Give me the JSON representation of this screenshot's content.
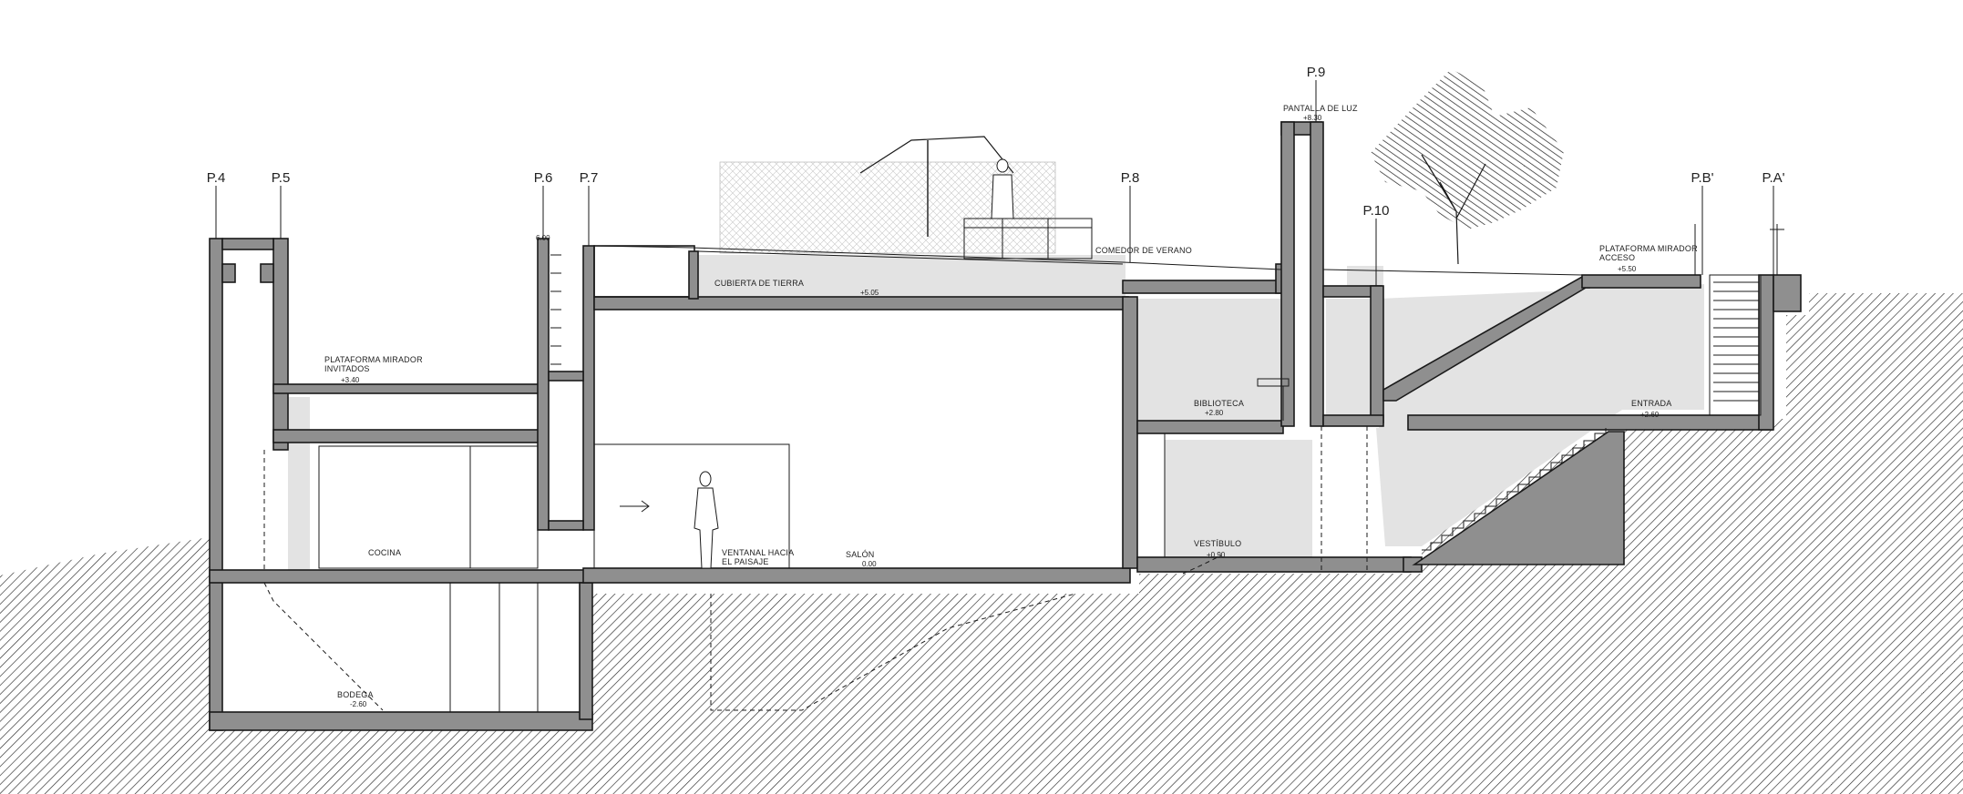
{
  "axes": [
    "P.4",
    "P.5",
    "P.6",
    "P.7",
    "P.8",
    "P.9",
    "P.10",
    "P.B'",
    "P.A'"
  ],
  "rooms": {
    "cubierta": "CUBIERTA DE TIERRA",
    "comedor": "COMEDOR DE VERANO",
    "pantalla": "PANTALLA DE LUZ",
    "plataforma_invitados_1": "PLATAFORMA MIRADOR",
    "plataforma_invitados_2": "INVITADOS",
    "plataforma_acceso_1": "PLATAFORMA MIRADOR",
    "plataforma_acceso_2": "ACCESO",
    "biblioteca": "BIBLIOTECA",
    "entrada": "ENTRADA",
    "cocina": "COCINA",
    "ventanal_1": "VENTANAL HACIA",
    "ventanal_2": "EL PAISAJE",
    "salon": "SALÓN",
    "vestibulo": "VESTÍBULO",
    "bodega": "BODEGA"
  },
  "levels": {
    "p6_top": "6.00",
    "cubierta": "+5.05",
    "pantalla": "+8.30",
    "invitados": "+3.40",
    "acceso": "+5.50",
    "biblioteca": "+2.80",
    "entrada": "+2.60",
    "salon": "0.00",
    "vestibulo": "+0.90",
    "bodega": "-2.60"
  },
  "colors": {
    "wall": "#8f8f8f",
    "interior": "#e3e3e3",
    "ground_hatch": "#2a2a2a",
    "line": "#1a1a1a"
  }
}
